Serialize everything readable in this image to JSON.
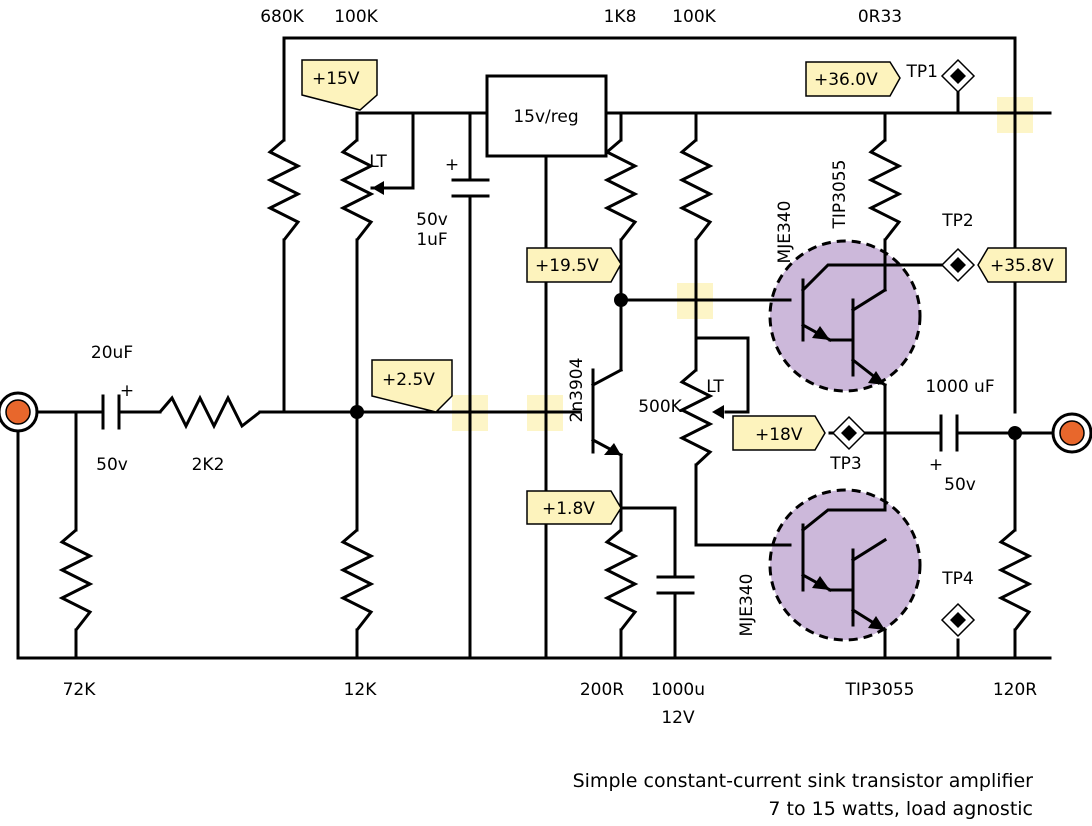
{
  "labels": {
    "r_680k": "680K",
    "r_100k_left": "100K",
    "r_1k8": "1K8",
    "r_100k_right": "100K",
    "r_0r33": "0R33",
    "cap_20uf": "20uF",
    "cap_20uf_v": "50v",
    "r_2k2": "2K2",
    "pot_lt_left": "LT",
    "cap_1uf_v": "50v",
    "cap_1uf": "1uF",
    "regulator": "15v/reg",
    "q_2n3904": "2n3904",
    "pot_500k": "500K",
    "pot_lt_right": "LT",
    "q_mje340_top": "MJE340",
    "q_tip3055_top": "TIP3055",
    "q_mje340_bottom": "MJE340",
    "q_tip3055_bottom": "TIP3055",
    "cap_1000uf": "1000 uF",
    "cap_1000uf_v": "50v",
    "cap_1000u_12v_a": "1000u",
    "cap_1000u_12v_b": "12V",
    "r_72k": "72K",
    "r_12k": "12K",
    "r_200r": "200R",
    "r_120r": "120R",
    "tp1": "TP1",
    "tp2": "TP2",
    "tp3": "TP3",
    "tp4": "TP4",
    "plus_sign_a": "+",
    "plus_sign_b": "+",
    "plus_sign_c": "+"
  },
  "voltages": {
    "v_15": "+15V",
    "v_36": "+36.0V",
    "v_19_5": "+19.5V",
    "v_35_8": "+35.8V",
    "v_2_5": "+2.5V",
    "v_18": "+18V",
    "v_1_8": "+1.8V"
  },
  "caption": {
    "line1": "Simple constant-current sink transistor amplifier",
    "line2": "7 to 15 watts, load agnostic"
  },
  "colors": {
    "tag_fill": "#fdf3bd",
    "transistor_fill": "#ccb8da",
    "terminal_fill": "#e8672c"
  }
}
